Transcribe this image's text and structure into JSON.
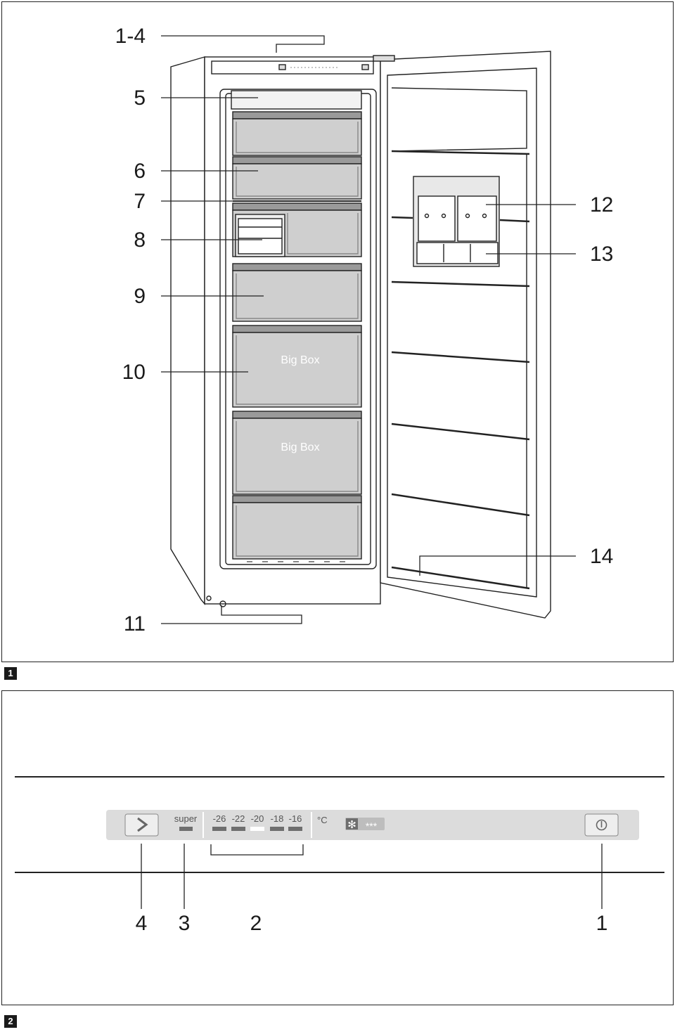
{
  "figure1": {
    "badge": "1",
    "callouts": {
      "c1_4": "1-4",
      "c5": "5",
      "c6": "6",
      "c7": "7",
      "c8": "8",
      "c9": "9",
      "c10": "10",
      "c11": "11",
      "c12": "12",
      "c13": "13",
      "c14": "14"
    },
    "drawer_labels": {
      "big_box_1": "Big Box",
      "big_box_2": "Big Box"
    }
  },
  "figure2": {
    "badge": "2",
    "panel": {
      "super_label": "super",
      "temperatures": [
        "-26",
        "-22",
        "-20",
        "-18",
        "-16"
      ],
      "active_temperature": "-20",
      "unit": "°C",
      "star_rating": "***"
    },
    "callouts": {
      "c4": "4",
      "c3": "3",
      "c2": "2",
      "c1": "1"
    }
  }
}
